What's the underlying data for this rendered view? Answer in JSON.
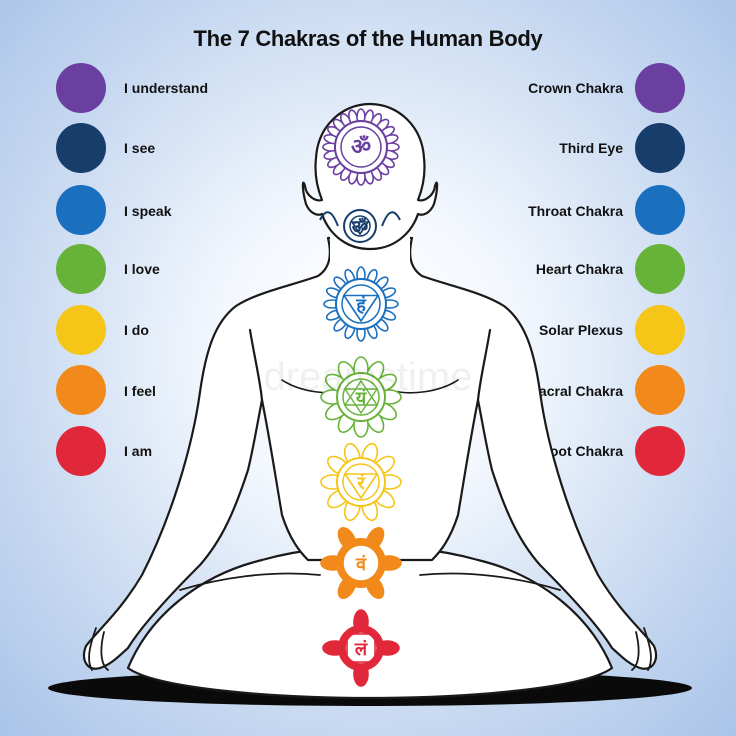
{
  "title": "The 7 Chakras of the Human Body",
  "chakras": [
    {
      "name": "Crown Chakra",
      "meaning": "I understand",
      "color": "#6b3fa0",
      "syllable": "ॐ"
    },
    {
      "name": "Third Eye",
      "meaning": "I see",
      "color": "#173d6b",
      "syllable": "ॐ"
    },
    {
      "name": "Throat Chakra",
      "meaning": "I speak",
      "color": "#1a6fbf",
      "syllable": "हं"
    },
    {
      "name": "Heart Chakra",
      "meaning": "I love",
      "color": "#67b33a",
      "syllable": "यं"
    },
    {
      "name": "Solar Plexus",
      "meaning": "I do",
      "color": "#f5c518",
      "syllable": "रं"
    },
    {
      "name": "Sacral Chakra",
      "meaning": "I feel",
      "color": "#f28a1b",
      "syllable": "वं"
    },
    {
      "name": "Root Chakra",
      "meaning": "I am",
      "color": "#e0283a",
      "syllable": "लं"
    }
  ],
  "watermark": "dreamstime"
}
